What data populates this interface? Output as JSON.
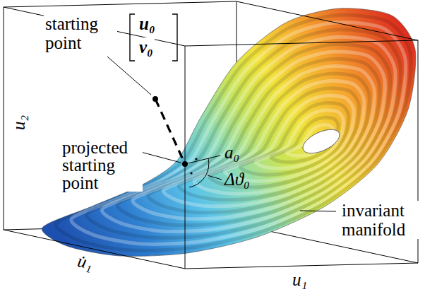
{
  "diagram": {
    "labels": [
      "starting point",
      "u₀",
      "v₀",
      "projected starting point",
      "a₀",
      "Δϑ₀",
      "invariant manifold",
      "u₂",
      "u̇₁",
      "u₁"
    ]
  }
}
